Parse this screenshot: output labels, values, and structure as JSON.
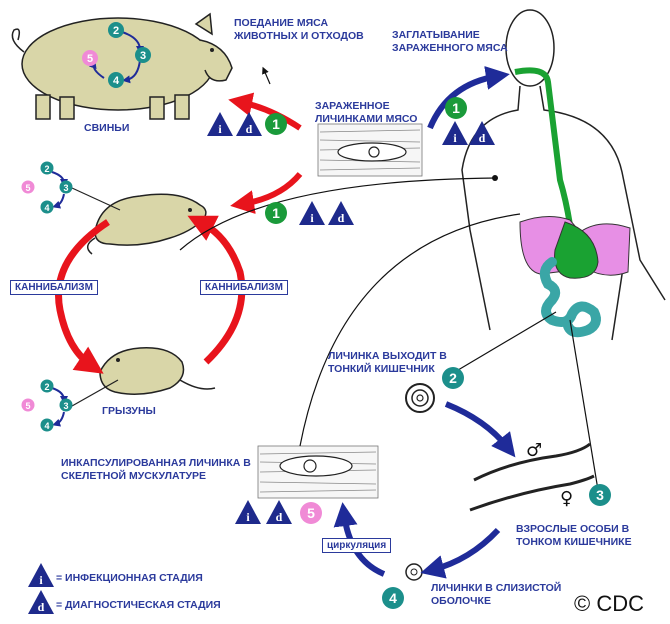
{
  "labels": {
    "pig_eating": "ПОЕДАНИЕ МЯСА\nЖИВОТНЫХ И ОТХОДОВ",
    "swallowing": "ЗАГЛАТЫВАНИЕ\nЗАРАЖЕННОГО МЯСА",
    "pigs": "СВИНЬИ",
    "infected_meat": "ЗАРАЖЕННОЕ\nЛИЧИНКАМИ МЯСО",
    "cannibalism_left": "КАННИБАЛИЗМ",
    "cannibalism_right": "КАННИБАЛИЗМ",
    "rodents": "ГРЫЗУНЫ",
    "larva_exits": "ЛИЧИНКА ВЫХОДИТ В\nТОНКИЙ КИШЕЧНИК",
    "encapsulated": "ИНКАПСУЛИРОВАННАЯ ЛИЧИНКА В\nСКЕЛЕТНОЙ МУСКУЛАТУРЕ",
    "adults": "ВЗРОСЛЫЕ ОСОБИ В\nТОНКОМ КИШЕЧНИКЕ",
    "circulation": "циркуляция",
    "larvae_mucosa": "ЛИЧИНКИ В СЛИЗИСТОЙ\nОБОЛОЧКЕ",
    "copyright": "© CDC"
  },
  "legend": {
    "infective": "= ИНФЕКЦИОННАЯ СТАДИЯ",
    "diagnostic": "= ДИАГНОСТИЧЕСКАЯ СТАДИЯ"
  },
  "badge_letters": {
    "infective": "i",
    "diagnostic": "d"
  },
  "stages": [
    "1",
    "2",
    "3",
    "4",
    "5"
  ],
  "sex_symbols": {
    "male": "♂",
    "female": "♀"
  },
  "colors": {
    "label_blue": "#2b3a9c",
    "arrow_red": "#e8141c",
    "arrow_blue": "#1f2b99",
    "stage_green": "#1a9a3a",
    "stage_teal": "#1c8f8b",
    "stage_pink": "#f08ad6",
    "esophagus_green": "#1aa232",
    "liver_pink": "#e78fe5",
    "intestine_teal": "#3aa6a6",
    "animal_tan": "#d9d6a8",
    "badge_navy": "#1e2a8c"
  }
}
